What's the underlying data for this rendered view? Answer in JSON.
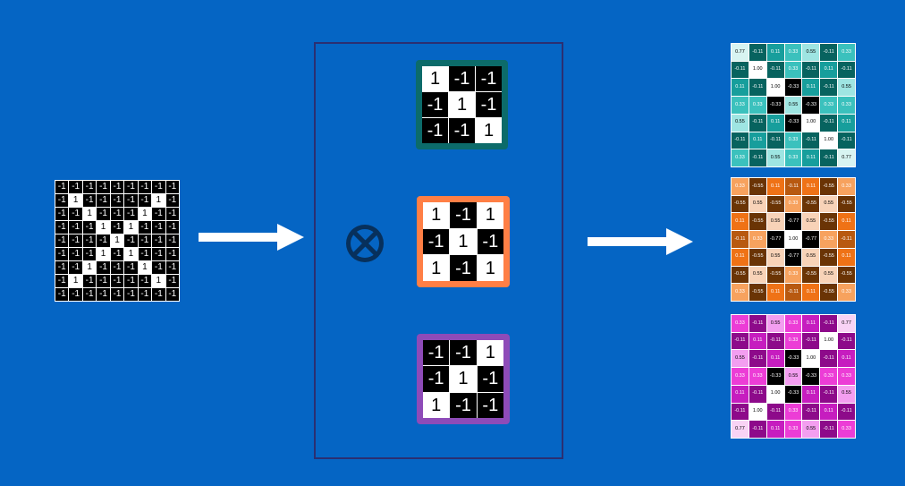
{
  "input_image": {
    "rows": [
      [
        "-1",
        "-1",
        "-1",
        "-1",
        "-1",
        "-1",
        "-1",
        "-1",
        "-1"
      ],
      [
        "-1",
        "1",
        "-1",
        "-1",
        "-1",
        "-1",
        "-1",
        "1",
        "-1"
      ],
      [
        "-1",
        "-1",
        "1",
        "-1",
        "-1",
        "-1",
        "1",
        "-1",
        "-1"
      ],
      [
        "-1",
        "-1",
        "-1",
        "1",
        "-1",
        "1",
        "-1",
        "-1",
        "-1"
      ],
      [
        "-1",
        "-1",
        "-1",
        "-1",
        "1",
        "-1",
        "-1",
        "-1",
        "-1"
      ],
      [
        "-1",
        "-1",
        "-1",
        "1",
        "-1",
        "1",
        "-1",
        "-1",
        "-1"
      ],
      [
        "-1",
        "-1",
        "1",
        "-1",
        "-1",
        "-1",
        "1",
        "-1",
        "-1"
      ],
      [
        "-1",
        "1",
        "-1",
        "-1",
        "-1",
        "-1",
        "-1",
        "1",
        "-1"
      ],
      [
        "-1",
        "-1",
        "-1",
        "-1",
        "-1",
        "-1",
        "-1",
        "-1",
        "-1"
      ]
    ]
  },
  "operator_symbol": "convolution-operator",
  "kernels": [
    {
      "frame_color": "#0c6b6a",
      "rows": [
        [
          "1",
          "-1",
          "-1"
        ],
        [
          "-1",
          "1",
          "-1"
        ],
        [
          "-1",
          "-1",
          "1"
        ]
      ]
    },
    {
      "frame_color": "#ff7f45",
      "rows": [
        [
          "1",
          "-1",
          "1"
        ],
        [
          "-1",
          "1",
          "-1"
        ],
        [
          "1",
          "-1",
          "1"
        ]
      ]
    },
    {
      "frame_color": "#8e4bb8",
      "rows": [
        [
          "-1",
          "-1",
          "1"
        ],
        [
          "-1",
          "1",
          "-1"
        ],
        [
          "1",
          "-1",
          "-1"
        ]
      ]
    }
  ],
  "feature_maps": [
    {
      "palette": "teal",
      "rows": [
        [
          "0.77",
          "-0.11",
          "0.11",
          "0.33",
          "0.55",
          "-0.11",
          "0.33"
        ],
        [
          "-0.11",
          "1.00",
          "-0.11",
          "0.33",
          "-0.11",
          "0.11",
          "-0.11"
        ],
        [
          "0.11",
          "-0.11",
          "1.00",
          "-0.33",
          "0.11",
          "-0.11",
          "0.55"
        ],
        [
          "0.33",
          "0.33",
          "-0.33",
          "0.55",
          "-0.33",
          "0.33",
          "0.33"
        ],
        [
          "0.55",
          "-0.11",
          "0.11",
          "-0.33",
          "1.00",
          "-0.11",
          "0.11"
        ],
        [
          "-0.11",
          "0.11",
          "-0.11",
          "0.33",
          "-0.11",
          "1.00",
          "-0.11"
        ],
        [
          "0.33",
          "-0.11",
          "0.55",
          "0.33",
          "0.11",
          "-0.11",
          "0.77"
        ]
      ]
    },
    {
      "palette": "orange",
      "rows": [
        [
          "0.33",
          "-0.55",
          "0.11",
          "-0.11",
          "0.11",
          "-0.55",
          "0.33"
        ],
        [
          "-0.55",
          "0.55",
          "-0.55",
          "0.33",
          "-0.55",
          "0.55",
          "-0.55"
        ],
        [
          "0.11",
          "-0.55",
          "0.55",
          "-0.77",
          "0.55",
          "-0.55",
          "0.11"
        ],
        [
          "-0.11",
          "0.33",
          "-0.77",
          "1.00",
          "-0.77",
          "0.33",
          "-0.11"
        ],
        [
          "0.11",
          "-0.55",
          "0.55",
          "-0.77",
          "0.55",
          "-0.55",
          "0.11"
        ],
        [
          "-0.55",
          "0.55",
          "-0.55",
          "0.33",
          "-0.55",
          "0.55",
          "-0.55"
        ],
        [
          "0.33",
          "-0.55",
          "0.11",
          "-0.11",
          "0.11",
          "-0.55",
          "0.33"
        ]
      ]
    },
    {
      "palette": "magenta",
      "rows": [
        [
          "0.33",
          "-0.11",
          "0.55",
          "0.33",
          "0.11",
          "-0.11",
          "0.77"
        ],
        [
          "-0.11",
          "0.11",
          "-0.11",
          "0.33",
          "-0.11",
          "1.00",
          "-0.11"
        ],
        [
          "0.55",
          "-0.11",
          "0.11",
          "-0.33",
          "1.00",
          "-0.11",
          "0.11"
        ],
        [
          "0.33",
          "0.33",
          "-0.33",
          "0.55",
          "-0.33",
          "0.33",
          "0.33"
        ],
        [
          "0.11",
          "-0.11",
          "1.00",
          "-0.33",
          "0.11",
          "-0.11",
          "0.55"
        ],
        [
          "-0.11",
          "1.00",
          "-0.11",
          "0.33",
          "-0.11",
          "0.11",
          "-0.11"
        ],
        [
          "0.77",
          "-0.11",
          "0.11",
          "0.33",
          "0.55",
          "-0.11",
          "0.33"
        ]
      ]
    }
  ],
  "palettes": {
    "teal": {
      "1.00": "#ffffff",
      "0.77": "#d8f4f2",
      "0.55": "#9ee5e2",
      "0.33": "#3bc1bd",
      "0.11": "#179e9c",
      "-0.11": "#07635f",
      "-0.33": "#000000"
    },
    "orange": {
      "1.00": "#ffffff",
      "0.55": "#f8d3b8",
      "0.33": "#f7a25e",
      "0.11": "#ef7216",
      "-0.11": "#b85910",
      "-0.55": "#6a3405",
      "-0.77": "#000000"
    },
    "magenta": {
      "1.00": "#ffffff",
      "0.77": "#f8d3f5",
      "0.55": "#f39ef0",
      "0.33": "#ec3dd6",
      "0.11": "#c61dbf",
      "-0.11": "#8d0a8a",
      "-0.33": "#000000"
    }
  }
}
